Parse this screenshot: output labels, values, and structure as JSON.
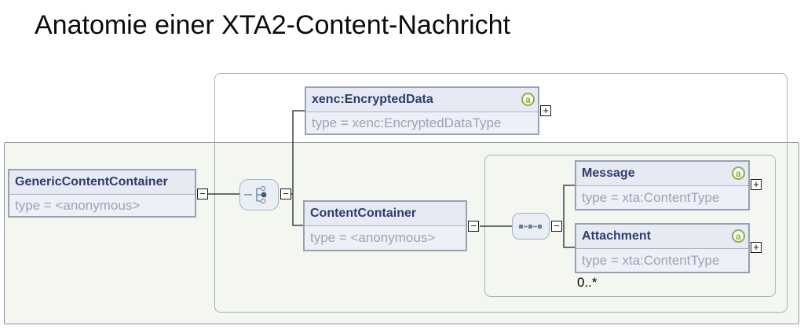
{
  "title": "Anatomie einer XTA2-Content-Nachricht",
  "theme": {
    "header_text": "#2e3c6e",
    "body_text": "#9aa4b8",
    "node_border": "#97a1b4",
    "node_header_bg": "#e7eaf2",
    "node_body_bg": "#edf0f6",
    "attr_green": "#8fae4e",
    "connector": "#3c4046",
    "panel_green_bg": "#f3f7ef",
    "panel_green_border": "#8f979e",
    "panel_white_border": "#a3adc2",
    "inner_panel_border": "#a9b2bc",
    "compositor_bg": "#eaeff6",
    "compositor_border": "#9fb0c6"
  },
  "diagram": {
    "attribute_icon_letter": "a",
    "nodes": {
      "generic_content_container": {
        "name": "GenericContentContainer",
        "type_label": "type = <anonymous>",
        "expand": "−"
      },
      "encrypted_data": {
        "name": "xenc:EncryptedData",
        "type_label": "type = xenc:EncryptedDataType",
        "expand": "+"
      },
      "content_container": {
        "name": "ContentContainer",
        "type_label": "type = <anonymous>",
        "expand": "−"
      },
      "message": {
        "name": "Message",
        "type_label": "type = xta:ContentType",
        "expand": "+"
      },
      "attachment": {
        "name": "Attachment",
        "type_label": "type = xta:ContentType",
        "expand": "+",
        "occurrence": "0..*"
      }
    },
    "compositors": {
      "choice": {
        "expand": "−"
      },
      "sequence": {
        "expand": "−"
      }
    }
  }
}
